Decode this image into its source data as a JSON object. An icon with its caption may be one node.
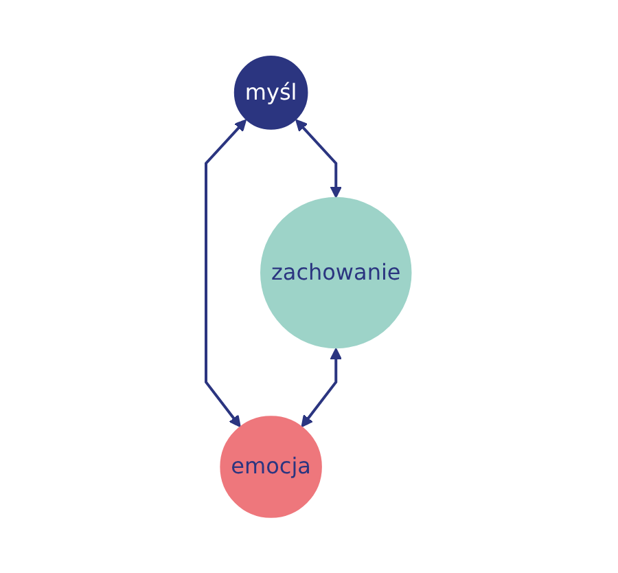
{
  "diagram": {
    "nodes": [
      {
        "text": [
          "myśl"
        ]
      },
      {
        "text": [
          "zachowanie"
        ]
      },
      {
        "text": [
          "emocja"
        ]
      }
    ],
    "edges": [
      {
        "from": 0,
        "to": 1,
        "arrow": "both"
      },
      {
        "from": 0,
        "to": 2,
        "arrow": "both"
      },
      {
        "from": 1,
        "to": 2,
        "arrow": "both"
      }
    ]
  }
}
